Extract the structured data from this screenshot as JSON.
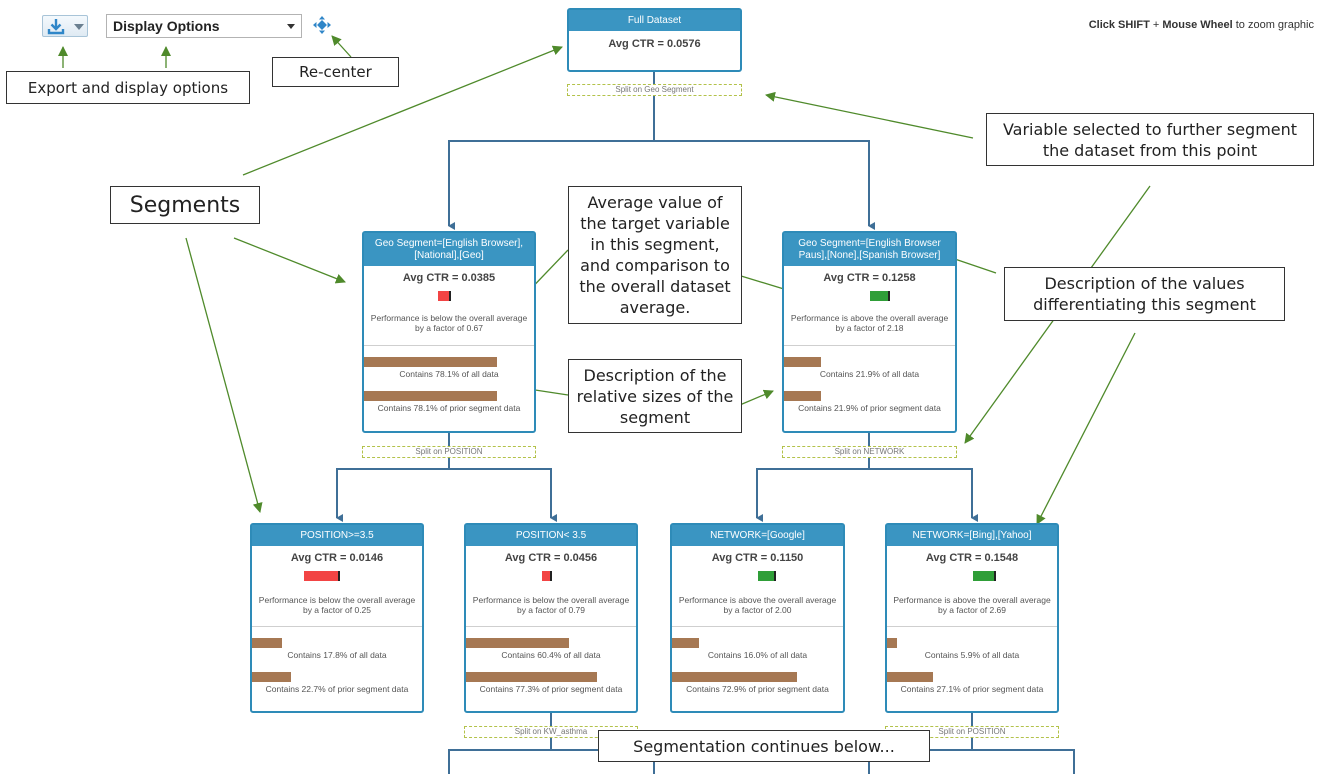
{
  "toolbar": {
    "export_icon": "download-icon",
    "display_options_label": "Display Options",
    "recenter_icon": "recenter-icon",
    "zoom_hint_bold1": "Click SHIFT",
    "zoom_hint_plus": "+",
    "zoom_hint_bold2": "Mouse Wheel",
    "zoom_hint_rest": "to zoom graphic"
  },
  "colors": {
    "node_border": "#2e8bb8",
    "node_header": "#3a95c2",
    "below_flag": "#f24444",
    "above_flag": "#2f9e38",
    "size_bar": "#a67853",
    "annotation_arrow": "#4f8a2b",
    "connector": "#3f6f97"
  },
  "tree": {
    "root": {
      "title": "Full Dataset",
      "avg_ctr": "Avg CTR = 0.0576",
      "split": "Split on Geo Segment"
    },
    "level1": [
      {
        "title": "Geo Segment=[English Browser],[National],[Geo]",
        "avg_ctr": "Avg CTR = 0.0385",
        "flag": "below",
        "flag_factor": 0.67,
        "performance": "Performance is below the overall average by a factor of 0.67",
        "all_data_pct": 78.1,
        "all_data_text": "Contains 78.1% of all data",
        "prior_pct": 78.1,
        "prior_text": "Contains 78.1% of prior segment data",
        "split": "Split on POSITION"
      },
      {
        "title": "Geo Segment=[English Browser Paus],[None],[Spanish Browser]",
        "avg_ctr": "Avg CTR = 0.1258",
        "flag": "above",
        "flag_factor": 2.18,
        "performance": "Performance is above the overall average by a factor of 2.18",
        "all_data_pct": 21.9,
        "all_data_text": "Contains 21.9% of all data",
        "prior_pct": 21.9,
        "prior_text": "Contains 21.9% of prior segment data",
        "split": "Split on NETWORK"
      }
    ],
    "level2": [
      {
        "title": "POSITION>=3.5",
        "avg_ctr": "Avg CTR = 0.0146",
        "flag": "below",
        "flag_factor": 0.25,
        "performance": "Performance is below the overall average by a factor of 0.25",
        "all_data_pct": 17.8,
        "all_data_text": "Contains 17.8% of all data",
        "prior_pct": 22.7,
        "prior_text": "Contains 22.7% of prior segment data"
      },
      {
        "title": "POSITION< 3.5",
        "avg_ctr": "Avg CTR = 0.0456",
        "flag": "below",
        "flag_factor": 0.79,
        "performance": "Performance is below the overall average by a factor of 0.79",
        "all_data_pct": 60.4,
        "all_data_text": "Contains 60.4% of all data",
        "prior_pct": 77.3,
        "prior_text": "Contains 77.3% of prior segment data",
        "split": "Split on KW_asthma"
      },
      {
        "title": "NETWORK=[Google]",
        "avg_ctr": "Avg CTR = 0.1150",
        "flag": "above",
        "flag_factor": 2.0,
        "performance": "Performance is above the overall average by a factor of 2.00",
        "all_data_pct": 16.0,
        "all_data_text": "Contains 16.0% of all data",
        "prior_pct": 72.9,
        "prior_text": "Contains 72.9% of prior segment data"
      },
      {
        "title": "NETWORK=[Bing],[Yahoo]",
        "avg_ctr": "Avg CTR = 0.1548",
        "flag": "above",
        "flag_factor": 2.69,
        "performance": "Performance is above the overall average by a factor of 2.69",
        "all_data_pct": 5.9,
        "all_data_text": "Contains 5.9% of all data",
        "prior_pct": 27.1,
        "prior_text": "Contains 27.1% of prior segment data",
        "split": "Split on POSITION"
      }
    ]
  },
  "annotations": {
    "export": "Export and display options",
    "recenter": "Re-center",
    "segments": "Segments",
    "variable": "Variable selected to further segment the dataset from this point",
    "average": "Average value of the target variable in this segment, and comparison to the overall dataset average.",
    "description": "Description of the values differentiating this segment",
    "sizes": "Description of the relative sizes of the segment",
    "continues": "Segmentation continues below..."
  }
}
